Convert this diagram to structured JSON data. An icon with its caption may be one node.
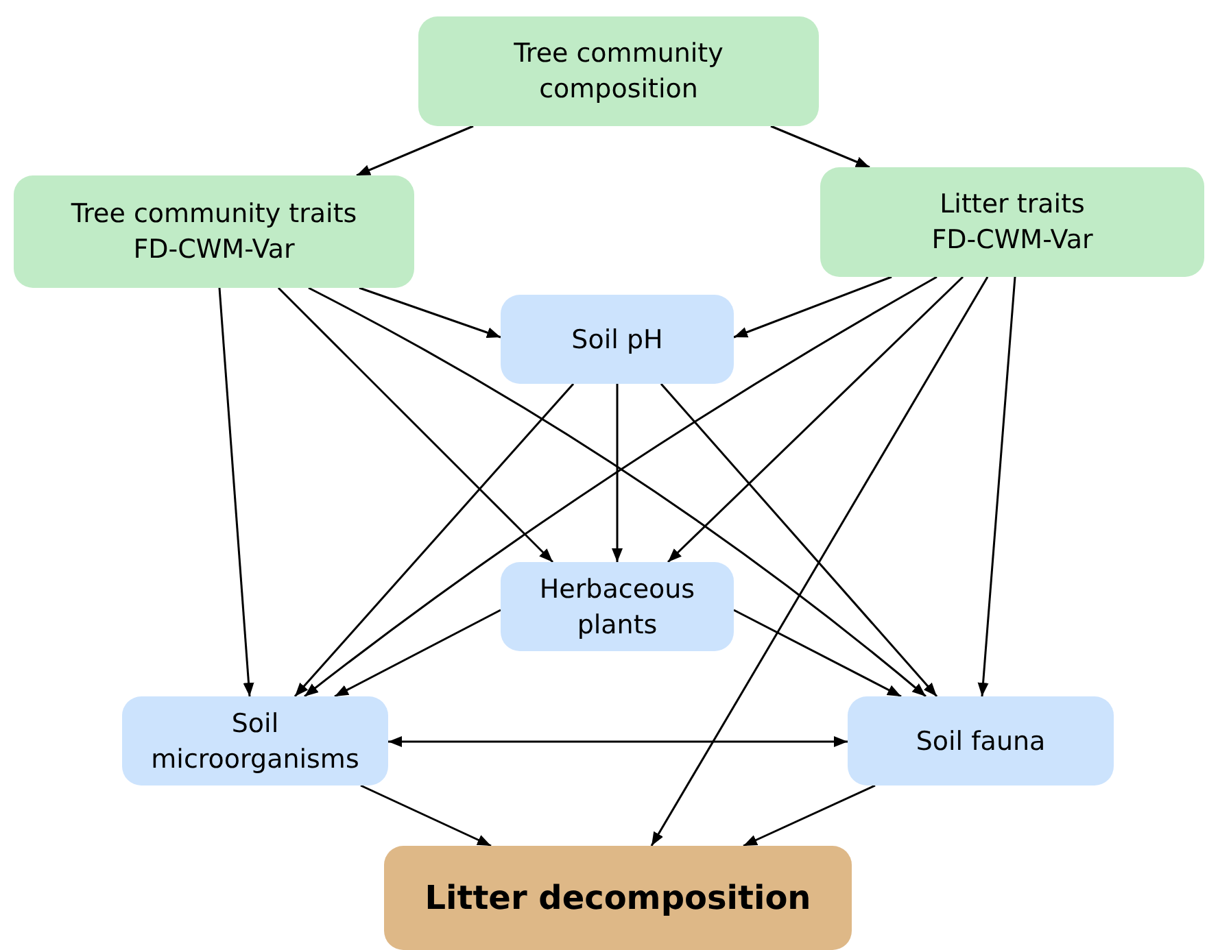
{
  "diagram": {
    "nodes": [
      {
        "text": [
          "Tree community composition"
        ]
      },
      {
        "text": [
          "Tree community traits",
          "FD-CWM-Var"
        ]
      },
      {
        "text": [
          "Litter traits",
          "FD-CWM-Var"
        ]
      },
      {
        "text": [
          "Soil pH"
        ]
      },
      {
        "text": [
          "Herbaceous plants"
        ]
      },
      {
        "text": [
          "Soil microorganisms"
        ]
      },
      {
        "text": [
          "Soil fauna"
        ]
      },
      {
        "text": [
          "Litter decomposition"
        ]
      }
    ],
    "edges": [
      {
        "from": 0,
        "to": 1,
        "arrow": "to"
      },
      {
        "from": 0,
        "to": 2,
        "arrow": "to"
      },
      {
        "from": 1,
        "to": 3,
        "arrow": "to"
      },
      {
        "from": 1,
        "to": 5,
        "arrow": "to"
      },
      {
        "from": 1,
        "to": 4,
        "arrow": "to"
      },
      {
        "from": 1,
        "to": 6,
        "arrow": "to"
      },
      {
        "from": 2,
        "to": 3,
        "arrow": "to"
      },
      {
        "from": 2,
        "to": 5,
        "arrow": "to"
      },
      {
        "from": 2,
        "to": 4,
        "arrow": "to"
      },
      {
        "from": 2,
        "to": 7,
        "arrow": "to"
      },
      {
        "from": 2,
        "to": 6,
        "arrow": "to"
      },
      {
        "from": 3,
        "to": 5,
        "arrow": "to"
      },
      {
        "from": 3,
        "to": 4,
        "arrow": "to"
      },
      {
        "from": 3,
        "to": 6,
        "arrow": "to"
      },
      {
        "from": 4,
        "to": 5,
        "arrow": "to"
      },
      {
        "from": 4,
        "to": 6,
        "arrow": "to"
      },
      {
        "from": 5,
        "to": 6,
        "arrow": "both"
      },
      {
        "from": 5,
        "to": 7,
        "arrow": "to"
      },
      {
        "from": 6,
        "to": 7,
        "arrow": "to"
      }
    ]
  }
}
